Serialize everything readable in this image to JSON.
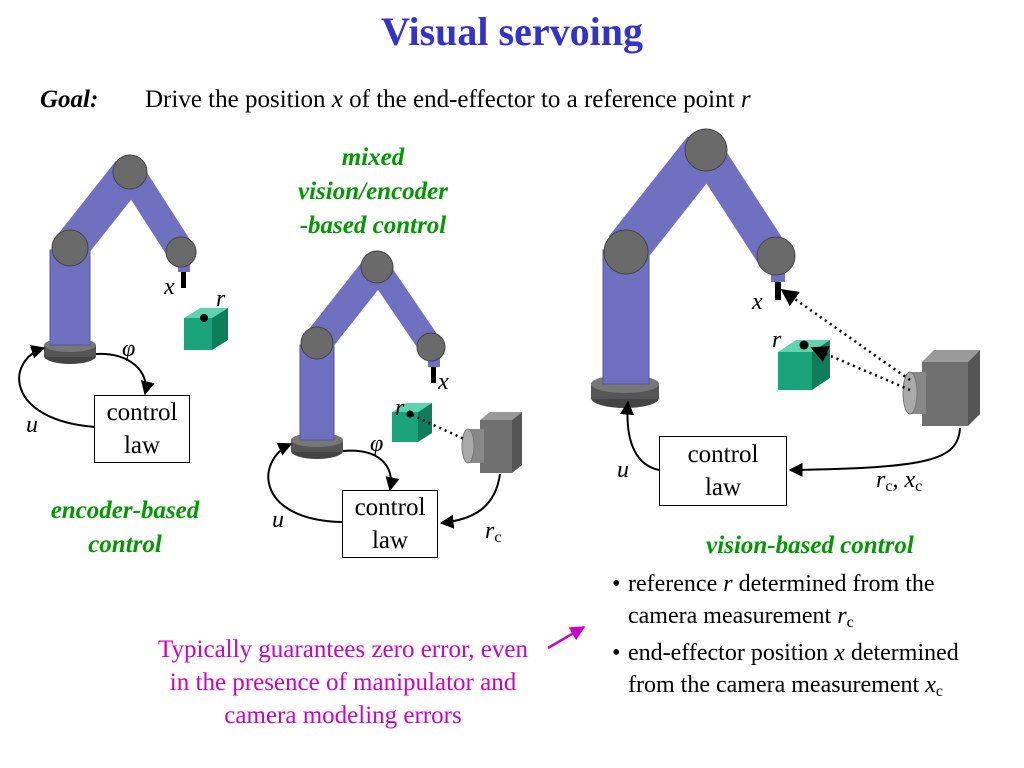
{
  "title": "Visual servoing",
  "goal": {
    "label": "Goal:",
    "text_prefix": "Drive the position ",
    "var_x": "x",
    "text_middle": " of the end-effector to a reference point ",
    "var_r": "r"
  },
  "left_panel": {
    "label_x": "x",
    "label_r": "r",
    "label_phi": "φ",
    "label_u": "u",
    "box_line1": "control",
    "box_line2": "law",
    "caption_line1": "encoder-based",
    "caption_line2": "control"
  },
  "middle_panel": {
    "caption_line1": "mixed",
    "caption_line2": "vision/encoder",
    "caption_line3": "-based control",
    "label_x": "x",
    "label_r": "r",
    "label_phi": "φ",
    "label_u": "u",
    "label_rc_main": "r",
    "label_rc_sub": "c",
    "box_line1": "control",
    "box_line2": "law"
  },
  "right_panel": {
    "label_x": "x",
    "label_r": "r",
    "label_u": "u",
    "label_rcxc_r": "r",
    "label_rcxc_rsub": "c",
    "label_rcxc_sep": ", ",
    "label_rcxc_x": "x",
    "label_rcxc_xsub": "c",
    "box_line1": "control",
    "box_line2": "law",
    "caption": "vision-based control",
    "bullets": [
      {
        "bullet": "•",
        "line1_a": "reference ",
        "line1_var": "r",
        "line1_b": " determined from the",
        "line2_a": "camera measurement ",
        "line2_var": "r",
        "line2_sub": "c"
      },
      {
        "bullet": "•",
        "line1_a": "end-effector position ",
        "line1_var": "x",
        "line1_b": " determined",
        "line2_a": "from the camera measurement ",
        "line2_var": "x",
        "line2_sub": "c"
      }
    ]
  },
  "note": {
    "line1": "Typically guarantees zero error, even",
    "line2": "in the presence of manipulator and",
    "line3": "camera modeling errors"
  },
  "colors": {
    "title": "#3333cc",
    "caption_green": "#009900",
    "note_magenta": "#cc00cc",
    "robot_link": "#7070c0",
    "joint": "#6a6a6a",
    "cube": "#1aa37a",
    "camera": "#6a6a6a"
  },
  "icons": [
    "robot-arm-icon",
    "cube-target-icon",
    "camera-icon",
    "arrow-icon"
  ]
}
